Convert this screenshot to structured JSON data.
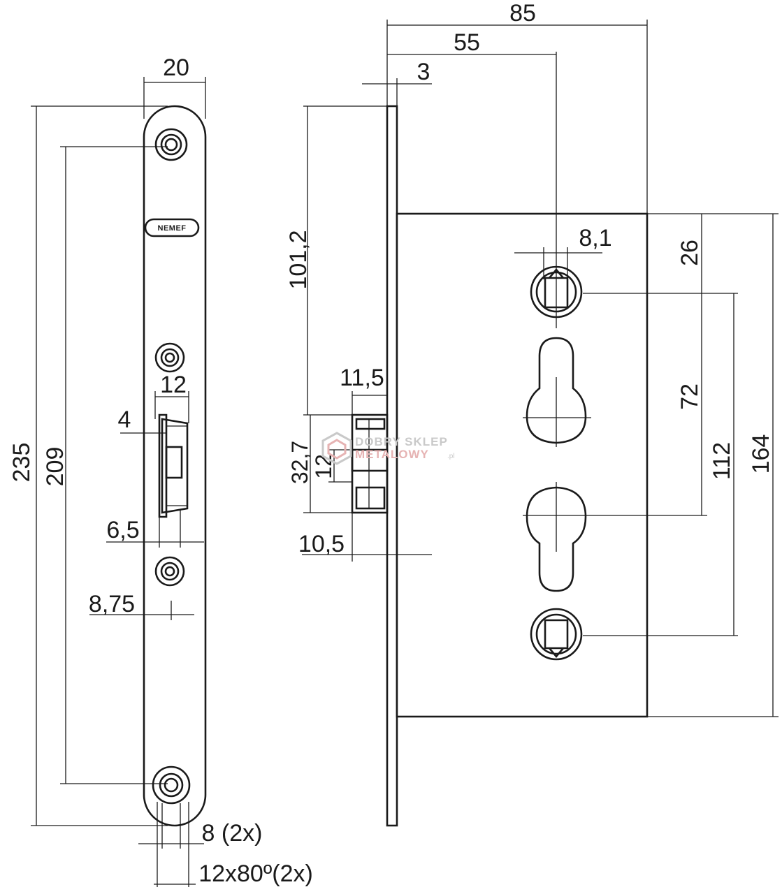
{
  "faceplate": {
    "brand": "NEMEF",
    "dims": {
      "width": "20",
      "overall_height": "235",
      "hole_spacing": "209",
      "latch_width": "12",
      "latch_edge": "4",
      "latch_offset": "6,5",
      "hole_offset": "8,75",
      "hole_dia": "8 (2x)",
      "countersink": "12x80º(2x)"
    }
  },
  "side_view": {
    "dims": {
      "body_depth": "85",
      "backset": "55",
      "plate_thickness": "3",
      "top_to_latch": "101,2",
      "spindle_dia": "8,1",
      "spindle_to_top": "26",
      "spindle_to_cylinder": "72",
      "spindle_to_bottom": "112",
      "body_height": "164",
      "latch_projection": "11,5",
      "latch_height": "32,7",
      "latch_inner": "12",
      "latch_depth": "10,5"
    }
  },
  "watermark": {
    "line1": "DOBRY SKLEP",
    "line2": "METALOWY",
    "suffix": ".pl"
  }
}
